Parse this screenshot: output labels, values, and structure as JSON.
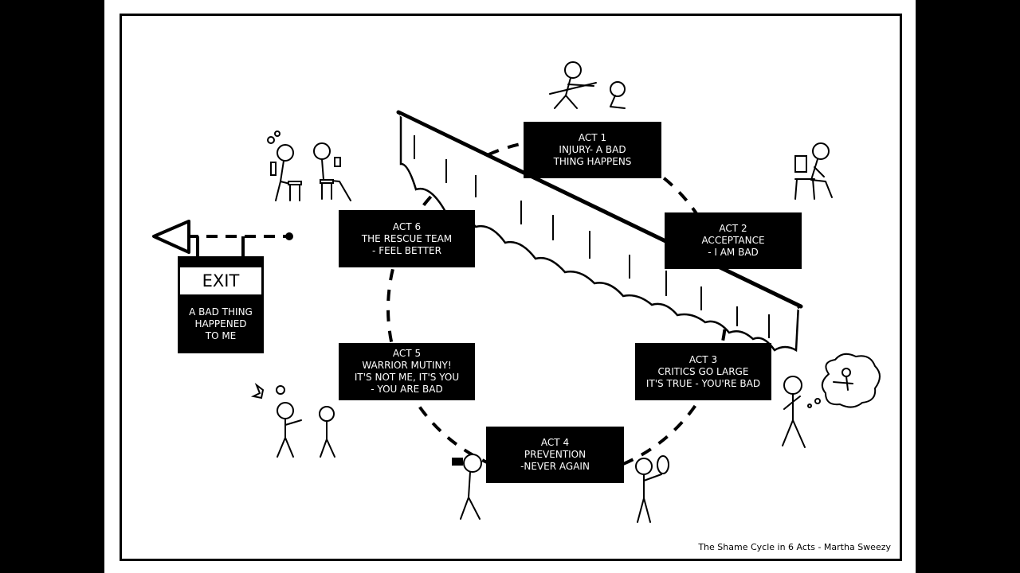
{
  "acts": [
    {
      "id": "act-1",
      "lines": [
        "ACT 1",
        "INJURY- A BAD",
        "THING HAPPENS"
      ]
    },
    {
      "id": "act-2",
      "lines": [
        "ACT 2",
        "ACCEPTANCE",
        "- I AM BAD"
      ]
    },
    {
      "id": "act-3",
      "lines": [
        "ACT 3",
        "CRITICS GO LARGE",
        "IT'S TRUE - YOU'RE BAD"
      ]
    },
    {
      "id": "act-4",
      "lines": [
        "ACT 4",
        "PREVENTION",
        "-NEVER AGAIN"
      ]
    },
    {
      "id": "act-5",
      "lines": [
        "ACT 5",
        "WARRIOR MUTINY!",
        "IT'S NOT ME, IT'S YOU",
        "- YOU ARE BAD"
      ]
    },
    {
      "id": "act-6",
      "lines": [
        "ACT 6",
        "THE RESCUE TEAM",
        "- FEEL BETTER"
      ]
    }
  ],
  "exit_sign": {
    "title": "EXIT",
    "lines": [
      "A BAD THING",
      "HAPPENED",
      "TO ME"
    ]
  },
  "caption": "The Shame Cycle in 6 Acts - Martha Sweezy",
  "colors": {
    "ink": "#000000",
    "paper": "#ffffff",
    "background": "#000000"
  },
  "icons": [
    "stick-figure-icon",
    "curtain-icon",
    "exit-arrow-icon",
    "thought-bubble-icon"
  ]
}
